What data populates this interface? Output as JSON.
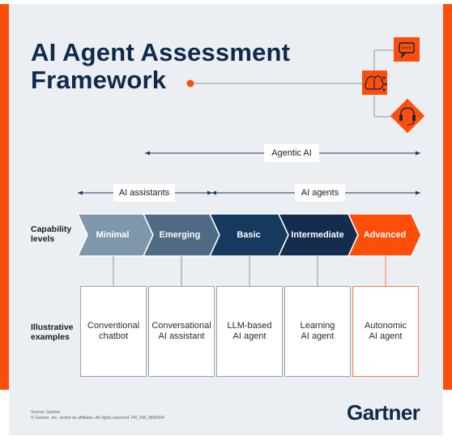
{
  "title": {
    "line1": "AI Agent Assessment",
    "line2": "Framework"
  },
  "spans": {
    "agentic_ai": "Agentic AI",
    "ai_assistants": "AI assistants",
    "ai_agents": "AI agents"
  },
  "row_labels": {
    "capability": "Capability\nlevels",
    "examples": "Illustrative\nexamples"
  },
  "levels": [
    {
      "name": "Minimal",
      "color": "#7f97ad"
    },
    {
      "name": "Emerging",
      "color": "#4f6b86"
    },
    {
      "name": "Basic",
      "color": "#163a5e"
    },
    {
      "name": "Intermediate",
      "color": "#142c4e"
    },
    {
      "name": "Advanced",
      "color": "#ff4d0a"
    }
  ],
  "examples": [
    "Conventional\nchatbot",
    "Conversational\nAI assistant",
    "LLM-based\nAI agent",
    "Learning\nAI agent",
    "Autonomic\nAI agent"
  ],
  "icons": [
    "chat-bubble-icon",
    "brain-network-icon",
    "headset-icon"
  ],
  "colors": {
    "accent": "#ff4d0a",
    "navy": "#0f2a4a",
    "panel": "#ebeef2"
  },
  "footer": {
    "source": "Source: Gartner",
    "copyright": "© Gartner, Inc. and/or its affiliates. All rights reserved. PR_SM_3895004"
  },
  "brand": "Gartner"
}
